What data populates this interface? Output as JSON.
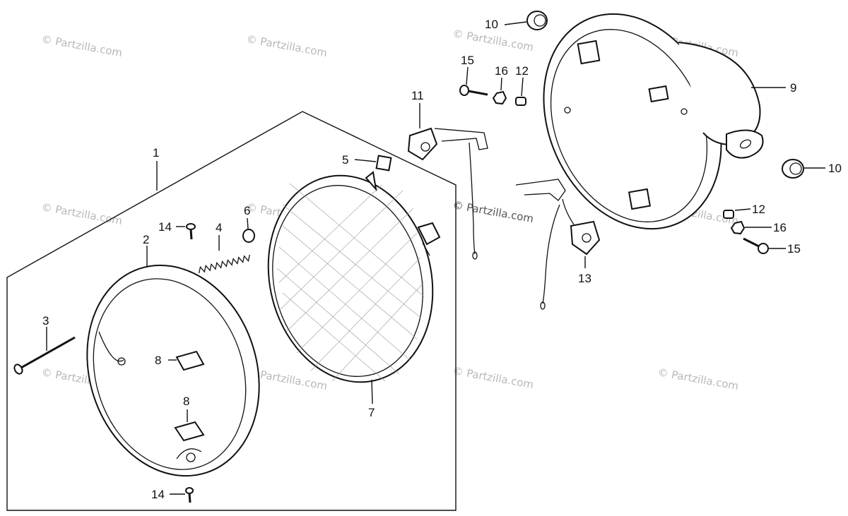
{
  "diagram": {
    "watermark_text": "© Partzilla.com",
    "colors": {
      "line": "#111111",
      "watermark": "#b8b8b8",
      "background": "#ffffff"
    },
    "callouts": {
      "c1": "1",
      "c2": "2",
      "c3": "3",
      "c4": "4",
      "c5": "5",
      "c6": "6",
      "c7": "7",
      "c8a": "8",
      "c8b": "8",
      "c9": "9",
      "c10a": "10",
      "c10b": "10",
      "c11": "11",
      "c12a": "12",
      "c12b": "12",
      "c13": "13",
      "c14a": "14",
      "c14b": "14",
      "c15a": "15",
      "c15b": "15",
      "c16a": "16",
      "c16b": "16"
    }
  }
}
